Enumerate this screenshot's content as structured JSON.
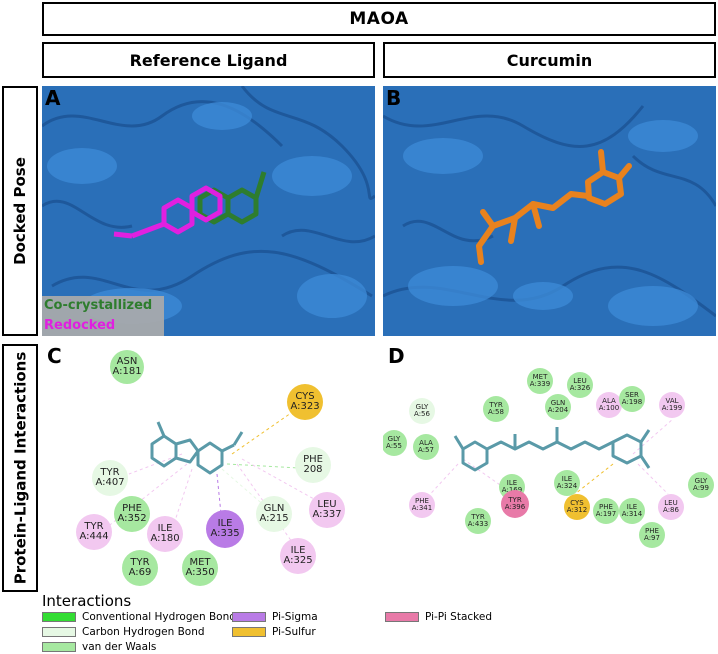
{
  "title": "MAOA",
  "column_headers": {
    "left": "Reference Ligand",
    "right": "Curcumin"
  },
  "row_headers": {
    "top": "Docked Pose",
    "bottom": "Protein-Ligand Interactions"
  },
  "panel_labels": {
    "a": "A",
    "b": "B",
    "c": "C",
    "d": "D"
  },
  "pose_legend": {
    "cocrystal": "Co-crystallized",
    "redocked": "Redocked"
  },
  "colors": {
    "protein": "#2a6fb8",
    "cocrystal": "#2e7d2e",
    "redocked": "#e020e0",
    "curcumin": "#e8821e",
    "vdw": "#a6e8a0",
    "carbon_hbond": "#e6f8e4",
    "conv_hbond": "#33dd33",
    "pi_sigma": "#b97be6",
    "pi_sulfur": "#f0c030",
    "pipi": "#e87aa8",
    "pi_alkyl": "#f2c8f0"
  },
  "residues_c": [
    {
      "name": "ASN",
      "num": "A:181"
    },
    {
      "name": "CYS",
      "num": "A:323"
    },
    {
      "name": "PHE",
      "num": "208"
    },
    {
      "name": "TYR",
      "num": "A:407"
    },
    {
      "name": "PHE",
      "num": "A:352"
    },
    {
      "name": "GLN",
      "num": "A:215"
    },
    {
      "name": "LEU",
      "num": "A:337"
    },
    {
      "name": "TYR",
      "num": "A:444"
    },
    {
      "name": "ILE",
      "num": "A:180"
    },
    {
      "name": "ILE",
      "num": "A:335"
    },
    {
      "name": "ILE",
      "num": "A:325"
    },
    {
      "name": "TYR",
      "num": "A:69"
    },
    {
      "name": "MET",
      "num": "A:350"
    }
  ],
  "residues_d": [
    {
      "name": "MET",
      "num": "A:339"
    },
    {
      "name": "LEU",
      "num": "A:326"
    },
    {
      "name": "ALA",
      "num": "A:100"
    },
    {
      "name": "SER",
      "num": "A:198"
    },
    {
      "name": "VAL",
      "num": "A:199"
    },
    {
      "name": "GLY",
      "num": "A:56"
    },
    {
      "name": "TYR",
      "num": "A:58"
    },
    {
      "name": "GLN",
      "num": "A:204"
    },
    {
      "name": "GLY",
      "num": "A:55"
    },
    {
      "name": "ALA",
      "num": "A:57"
    },
    {
      "name": "ILE",
      "num": "A:169"
    },
    {
      "name": "ILE",
      "num": "A:324"
    },
    {
      "name": "PHE",
      "num": "A:341"
    },
    {
      "name": "TYR",
      "num": "A:396"
    },
    {
      "name": "CYS",
      "num": "A:312"
    },
    {
      "name": "PHE",
      "num": "A:197"
    },
    {
      "name": "ILE",
      "num": "A:314"
    },
    {
      "name": "LEU",
      "num": "A:86"
    },
    {
      "name": "GLY",
      "num": "A:99"
    },
    {
      "name": "TYR",
      "num": "A:433"
    },
    {
      "name": "PHE",
      "num": "A:97"
    }
  ],
  "legend": {
    "title": "Interactions",
    "items": [
      {
        "label": "Conventional Hydrogen Bond",
        "color": "#33dd33"
      },
      {
        "label": "Carbon Hydrogen Bond",
        "color": "#e6f8e4"
      },
      {
        "label": "van der Waals",
        "color": "#a6e8a0"
      },
      {
        "label": "Pi-Sigma",
        "color": "#b97be6"
      },
      {
        "label": "Pi-Sulfur",
        "color": "#f0c030"
      },
      {
        "label": "Pi-Pi Stacked",
        "color": "#e87aa8"
      }
    ]
  }
}
